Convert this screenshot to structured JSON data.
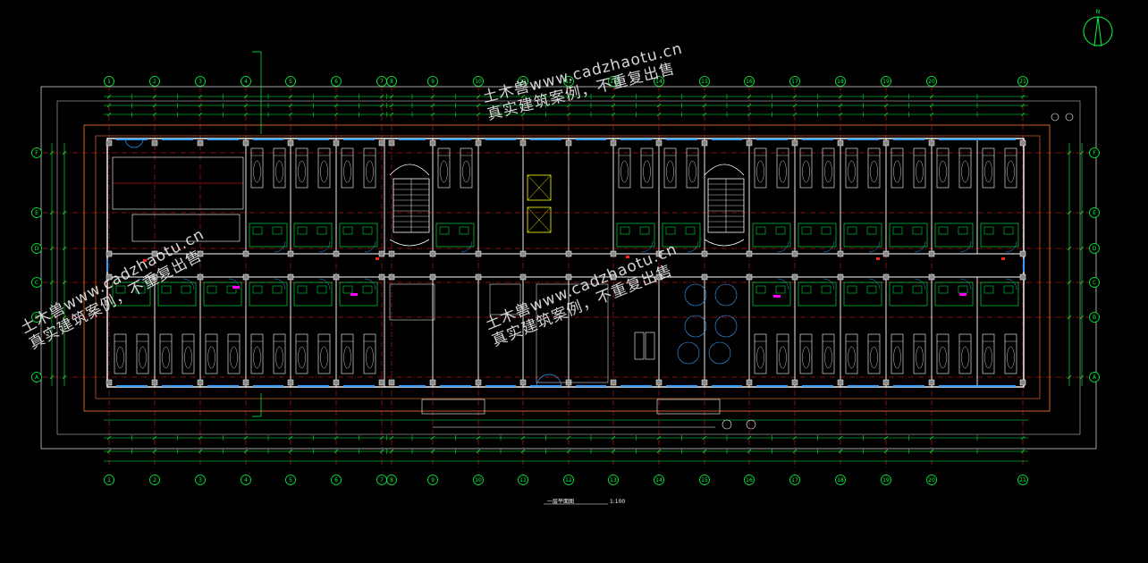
{
  "grid": {
    "columns": [
      "1",
      "2",
      "3",
      "4",
      "5",
      "6",
      "7",
      "8",
      "9",
      "10",
      "11",
      "12",
      "13",
      "14",
      "15",
      "16",
      "17",
      "18",
      "19",
      "20",
      "21"
    ],
    "rows": [
      "F",
      "E",
      "D",
      "C",
      "B",
      "A"
    ]
  },
  "watermarks": [
    {
      "line1": "土木兽www.cadzhaotu.cn",
      "line2": "真实建筑案例，不重复出售"
    },
    {
      "line1": "土木兽www.cadzhaotu.cn",
      "line2": "真实建筑案例，不重复出售"
    },
    {
      "line1": "土木兽www.cadzhaotu.cn",
      "line2": "真实建筑案例，不重复出售"
    }
  ],
  "caption": {
    "title": "一层平面图",
    "scale": "1:100"
  },
  "colors": {
    "background": "#000000",
    "grid_line": "#ff2020",
    "dimension": "#00ff40",
    "wall": "#ffffff",
    "window": "#33a0ff",
    "furniture": "#ffffff",
    "outer_border": "#ff7a30",
    "magenta": "#ff00ff",
    "yellow": "#ffff00"
  },
  "north_arrow_icon": "north-arrow-icon"
}
